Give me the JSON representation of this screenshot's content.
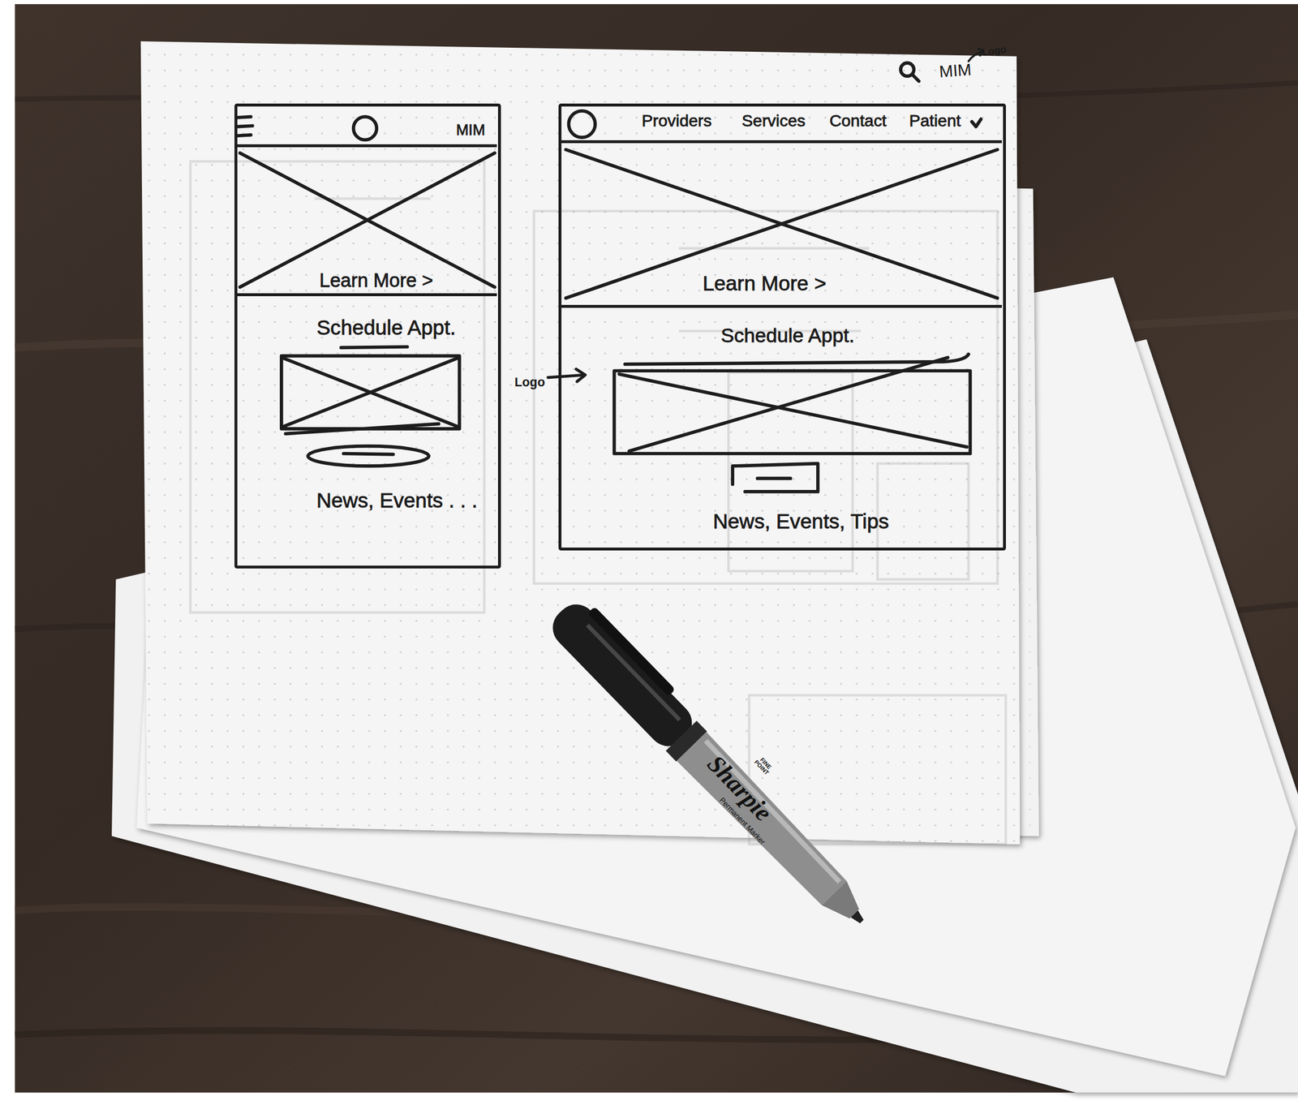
{
  "diagram": {
    "nodes": [
      {
        "text": [
          "MIM",
          "Schedule Appt.",
          "News, Events . . ."
        ]
      },
      {
        "text": [
          "Learn More >"
        ],
        "in": 0
      },
      {
        "text": [
          "Providers",
          "Services",
          "Contact",
          "Patient",
          "Schedule Appt.",
          "News, Events, Tips"
        ]
      },
      {
        "text": [
          "Learn More >"
        ],
        "in": 2
      }
    ],
    "labels": [
      "Logo",
      "MIM",
      "Logo",
      "Sharpie",
      "Permanent Marker",
      "FINE POINT"
    ]
  }
}
